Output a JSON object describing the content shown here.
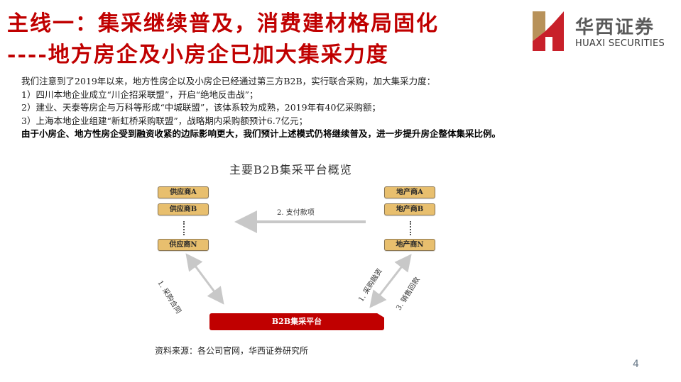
{
  "header": {
    "title_line1": "主线一：集采继续普及，消费建材格局固化",
    "title_line2": "----地方房企及小房企已加大集采力度"
  },
  "logo": {
    "cn": "华西证券",
    "en": "HUAXI SECURITIES",
    "colors": {
      "gold": "#b8925a",
      "red": "#c8202a"
    }
  },
  "body": {
    "lines": [
      "我们注意到了2019年以来，地方性房企以及小房企已经通过第三方B2B，实行联合采购，加大集采力度：",
      "1）四川本地企业成立“川企招采联盟”，开启“绝地反击战”；",
      "2）建业、天泰等房企与万科等形成“中城联盟”，该体系较为成熟，2019年有40亿采购额；",
      "3）上海本地企业组建“新虹桥采购联盟”，战略期内采购额预计6.7亿元；"
    ],
    "conclusion": "由于小房企、地方性房企受到融资收紧的边际影响更大，我们预计上述模式仍将继续普及，进一步提升房企整体集采比例。"
  },
  "diagram": {
    "title": "主要B2B集采平台概览",
    "suppliers": [
      "供应商A",
      "供应商B",
      "供应商N"
    ],
    "developers": [
      "地产商A",
      "地产商B",
      "地产商N"
    ],
    "platform": "B2B集采平台",
    "arrows": {
      "payment": "2. 支付款项",
      "contract": "1. 采购合同",
      "financing": "1. 采购融资",
      "repayment": "3. 销售回款"
    },
    "colors": {
      "node_fill": "#e8bf6e",
      "platform_fill": "#c00000",
      "arrow": "#c8c8c8"
    }
  },
  "footer": {
    "source": "资料来源：各公司官网，华西证券研究所",
    "page": "4"
  }
}
